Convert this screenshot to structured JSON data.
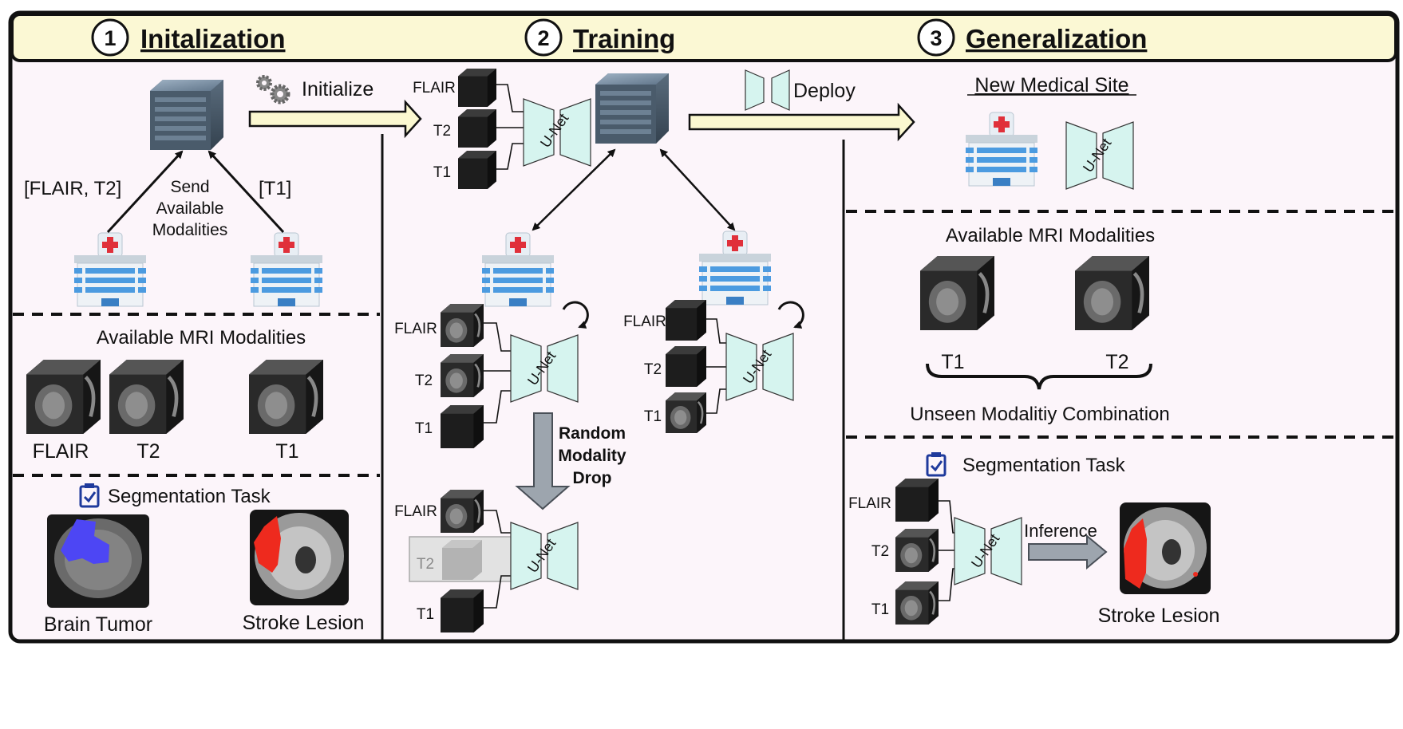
{
  "header": {
    "sections": [
      {
        "num": "1",
        "title": "Initalization"
      },
      {
        "num": "2",
        "title": "Training"
      },
      {
        "num": "3",
        "title": "Generalization"
      }
    ]
  },
  "init": {
    "initialize_label": "Initialize",
    "left_modalities": "[FLAIR, T2]",
    "right_modalities": "[T1]",
    "send_label": [
      "Send",
      "Available",
      "Modalities"
    ],
    "avail_title": "Available MRI Modalities",
    "cube_labels": [
      "FLAIR",
      "T2",
      "T1"
    ],
    "seg_title": "Segmentation Task",
    "seg_labels": [
      "Brain Tumor",
      "Stroke Lesion"
    ]
  },
  "training": {
    "top_inputs": [
      "FLAIR",
      "T2",
      "T1"
    ],
    "unet_label": "U-Net",
    "deploy_label": "Deploy",
    "client_a_inputs": [
      "FLAIR",
      "T2",
      "T1"
    ],
    "client_b_inputs": [
      "FLAIR",
      "T2",
      "T1"
    ],
    "drop_label": [
      "Random",
      "Modality",
      "Drop"
    ],
    "dropped_inputs": [
      "FLAIR",
      "T2",
      "T1"
    ]
  },
  "general": {
    "site_title": "New Medical Site",
    "avail_title": "Available MRI Modalities",
    "cube_labels": [
      "T1",
      "T2"
    ],
    "unseen_label": "Unseen Modalitiy Combination",
    "seg_title": "Segmentation Task",
    "inputs": [
      "FLAIR",
      "T2",
      "T1"
    ],
    "inference_label": "Inference",
    "result_label": "Stroke Lesion"
  },
  "colors": {
    "header_bg": "#fbf8d4",
    "panel_bg": "#fcf5fa",
    "arrow_fill": "#fbf8d0",
    "unet": "#d6f4ef",
    "hospital_blue": "#4c9be0",
    "cross_red": "#e0303a",
    "tumor": "#4d46f4",
    "lesion": "#ee2a1e"
  }
}
